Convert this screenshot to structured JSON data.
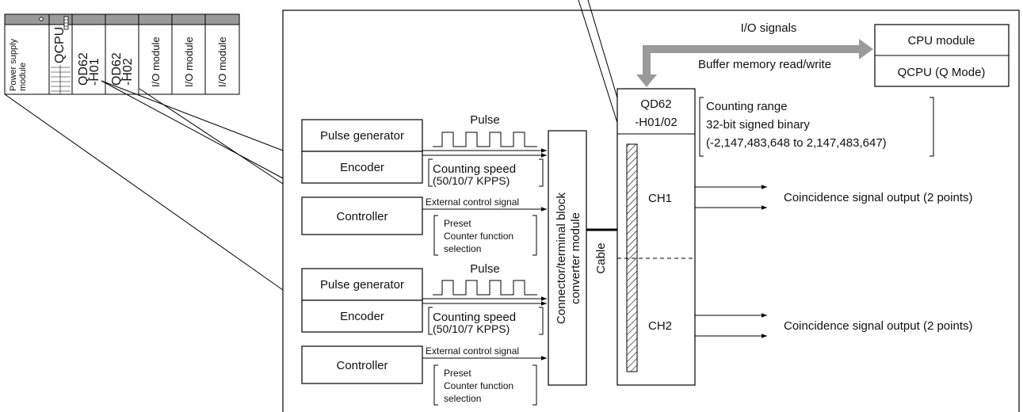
{
  "rack": {
    "slots": [
      "Power supply\nmodule",
      "QCPU",
      "QD62\n-H01",
      "QD62\n-H02",
      "I/O module",
      "I/O module",
      "I/O module"
    ]
  },
  "signals": {
    "io_label": "I/O signals",
    "buffer_label": "Buffer memory read/write"
  },
  "cpu": {
    "top": "CPU module",
    "bottom": "QCPU (Q Mode)"
  },
  "qd62": {
    "line1": "QD62",
    "line2": "-H01/02",
    "ch1": "CH1",
    "ch2": "CH2"
  },
  "counting_range": {
    "line1": "Counting range",
    "line2": "32-bit signed binary",
    "line3": "(-2,147,483,648 to 2,147,483,647)"
  },
  "groups": [
    {
      "pulse_label": "Pulse",
      "pulse_generator": "Pulse generator",
      "encoder": "Encoder",
      "speed_line1": "Counting speed",
      "speed_line2": "(50/10/7 KPPS)",
      "controller": "Controller",
      "ext_signal": "External control signal",
      "preset_line1": "Preset",
      "preset_line2": "Counter function",
      "preset_line3": "selection"
    },
    {
      "pulse_label": "Pulse",
      "pulse_generator": "Pulse generator",
      "encoder": "Encoder",
      "speed_line1": "Counting speed",
      "speed_line2": "(50/10/7 KPPS)",
      "controller": "Controller",
      "ext_signal": "External control signal",
      "preset_line1": "Preset",
      "preset_line2": "Counter function",
      "preset_line3": "selection"
    }
  ],
  "converter": {
    "line1": "Connector/terminal block",
    "line2": "converter module"
  },
  "cable_label": "Cable",
  "outputs": {
    "ch1": "Coincidence signal output (2 points)",
    "ch2": "Coincidence signal output (2 points)"
  }
}
